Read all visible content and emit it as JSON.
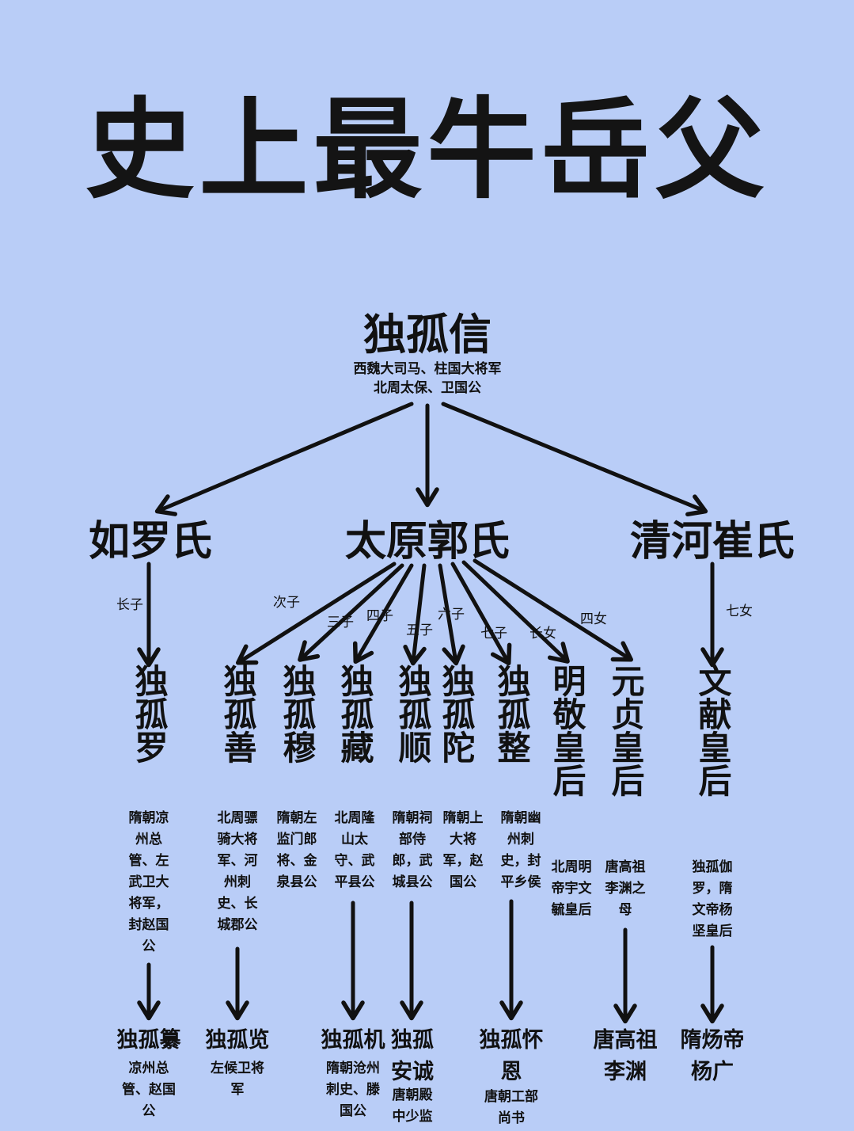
{
  "title": "史上最牛岳父",
  "root": {
    "name": "独孤信",
    "desc_lines": [
      "西魏大司马、柱国大将军",
      "北周太保、卫国公"
    ]
  },
  "spouses": [
    {
      "id": "ruluo",
      "name": "如罗氏"
    },
    {
      "id": "guo",
      "name": "太原郭氏"
    },
    {
      "id": "cui",
      "name": "清河崔氏"
    }
  ],
  "children": [
    {
      "name": "独孤罗",
      "relation": "长子",
      "desc": "隋朝凉州总管、左武卫大将军，封赵国公"
    },
    {
      "name": "独孤善",
      "relation": "次子",
      "desc": "北周骠骑大将军、河州刺史、长城郡公"
    },
    {
      "name": "独孤穆",
      "relation": "三子",
      "desc": "隋朝左监门郎将、金泉县公"
    },
    {
      "name": "独孤藏",
      "relation": "四子",
      "desc": "北周隆山太守、武平县公"
    },
    {
      "name": "独孤顺",
      "relation": "五子",
      "desc": "隋朝祠部侍郎，武城县公"
    },
    {
      "name": "独孤陀",
      "relation": "六子",
      "desc": "隋朝上大将军，赵国公"
    },
    {
      "name": "独孤整",
      "relation": "七子",
      "desc": "隋朝幽州刺史，封平乡侯"
    },
    {
      "name": "明敬皇后",
      "relation": "长女",
      "desc": "北周明帝宇文毓皇后"
    },
    {
      "name": "元贞皇后",
      "relation": "四女",
      "desc": "唐高祖李渊之母"
    },
    {
      "name": "文献皇后",
      "relation": "七女",
      "desc": "独孤伽罗，隋文帝杨坚皇后"
    }
  ],
  "grandchildren": [
    {
      "name": "独孤纂",
      "desc": "凉州总管、赵国公"
    },
    {
      "name": "独孤览",
      "desc": "左候卫将军"
    },
    {
      "name": "独孤机",
      "desc": "隋朝沧州刺史、滕国公"
    },
    {
      "name": "独孤安诚",
      "desc": "唐朝殿中少监"
    },
    {
      "name": "独孤怀恩",
      "desc": "唐朝工部尚书"
    },
    {
      "name": "唐高祖李渊",
      "desc": ""
    },
    {
      "name": "隋炀帝杨广",
      "desc": ""
    }
  ],
  "colors": {
    "background": "#b9cdf7",
    "ink": "#111111"
  }
}
